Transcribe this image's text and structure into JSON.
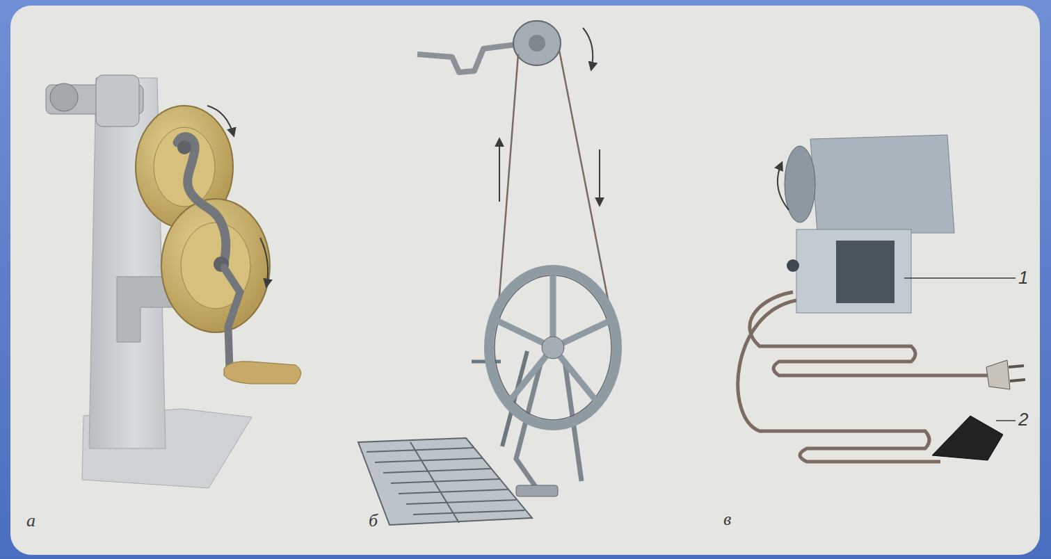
{
  "diagram": {
    "labels": [
      "1",
      "2",
      "а",
      "б",
      "в"
    ]
  }
}
